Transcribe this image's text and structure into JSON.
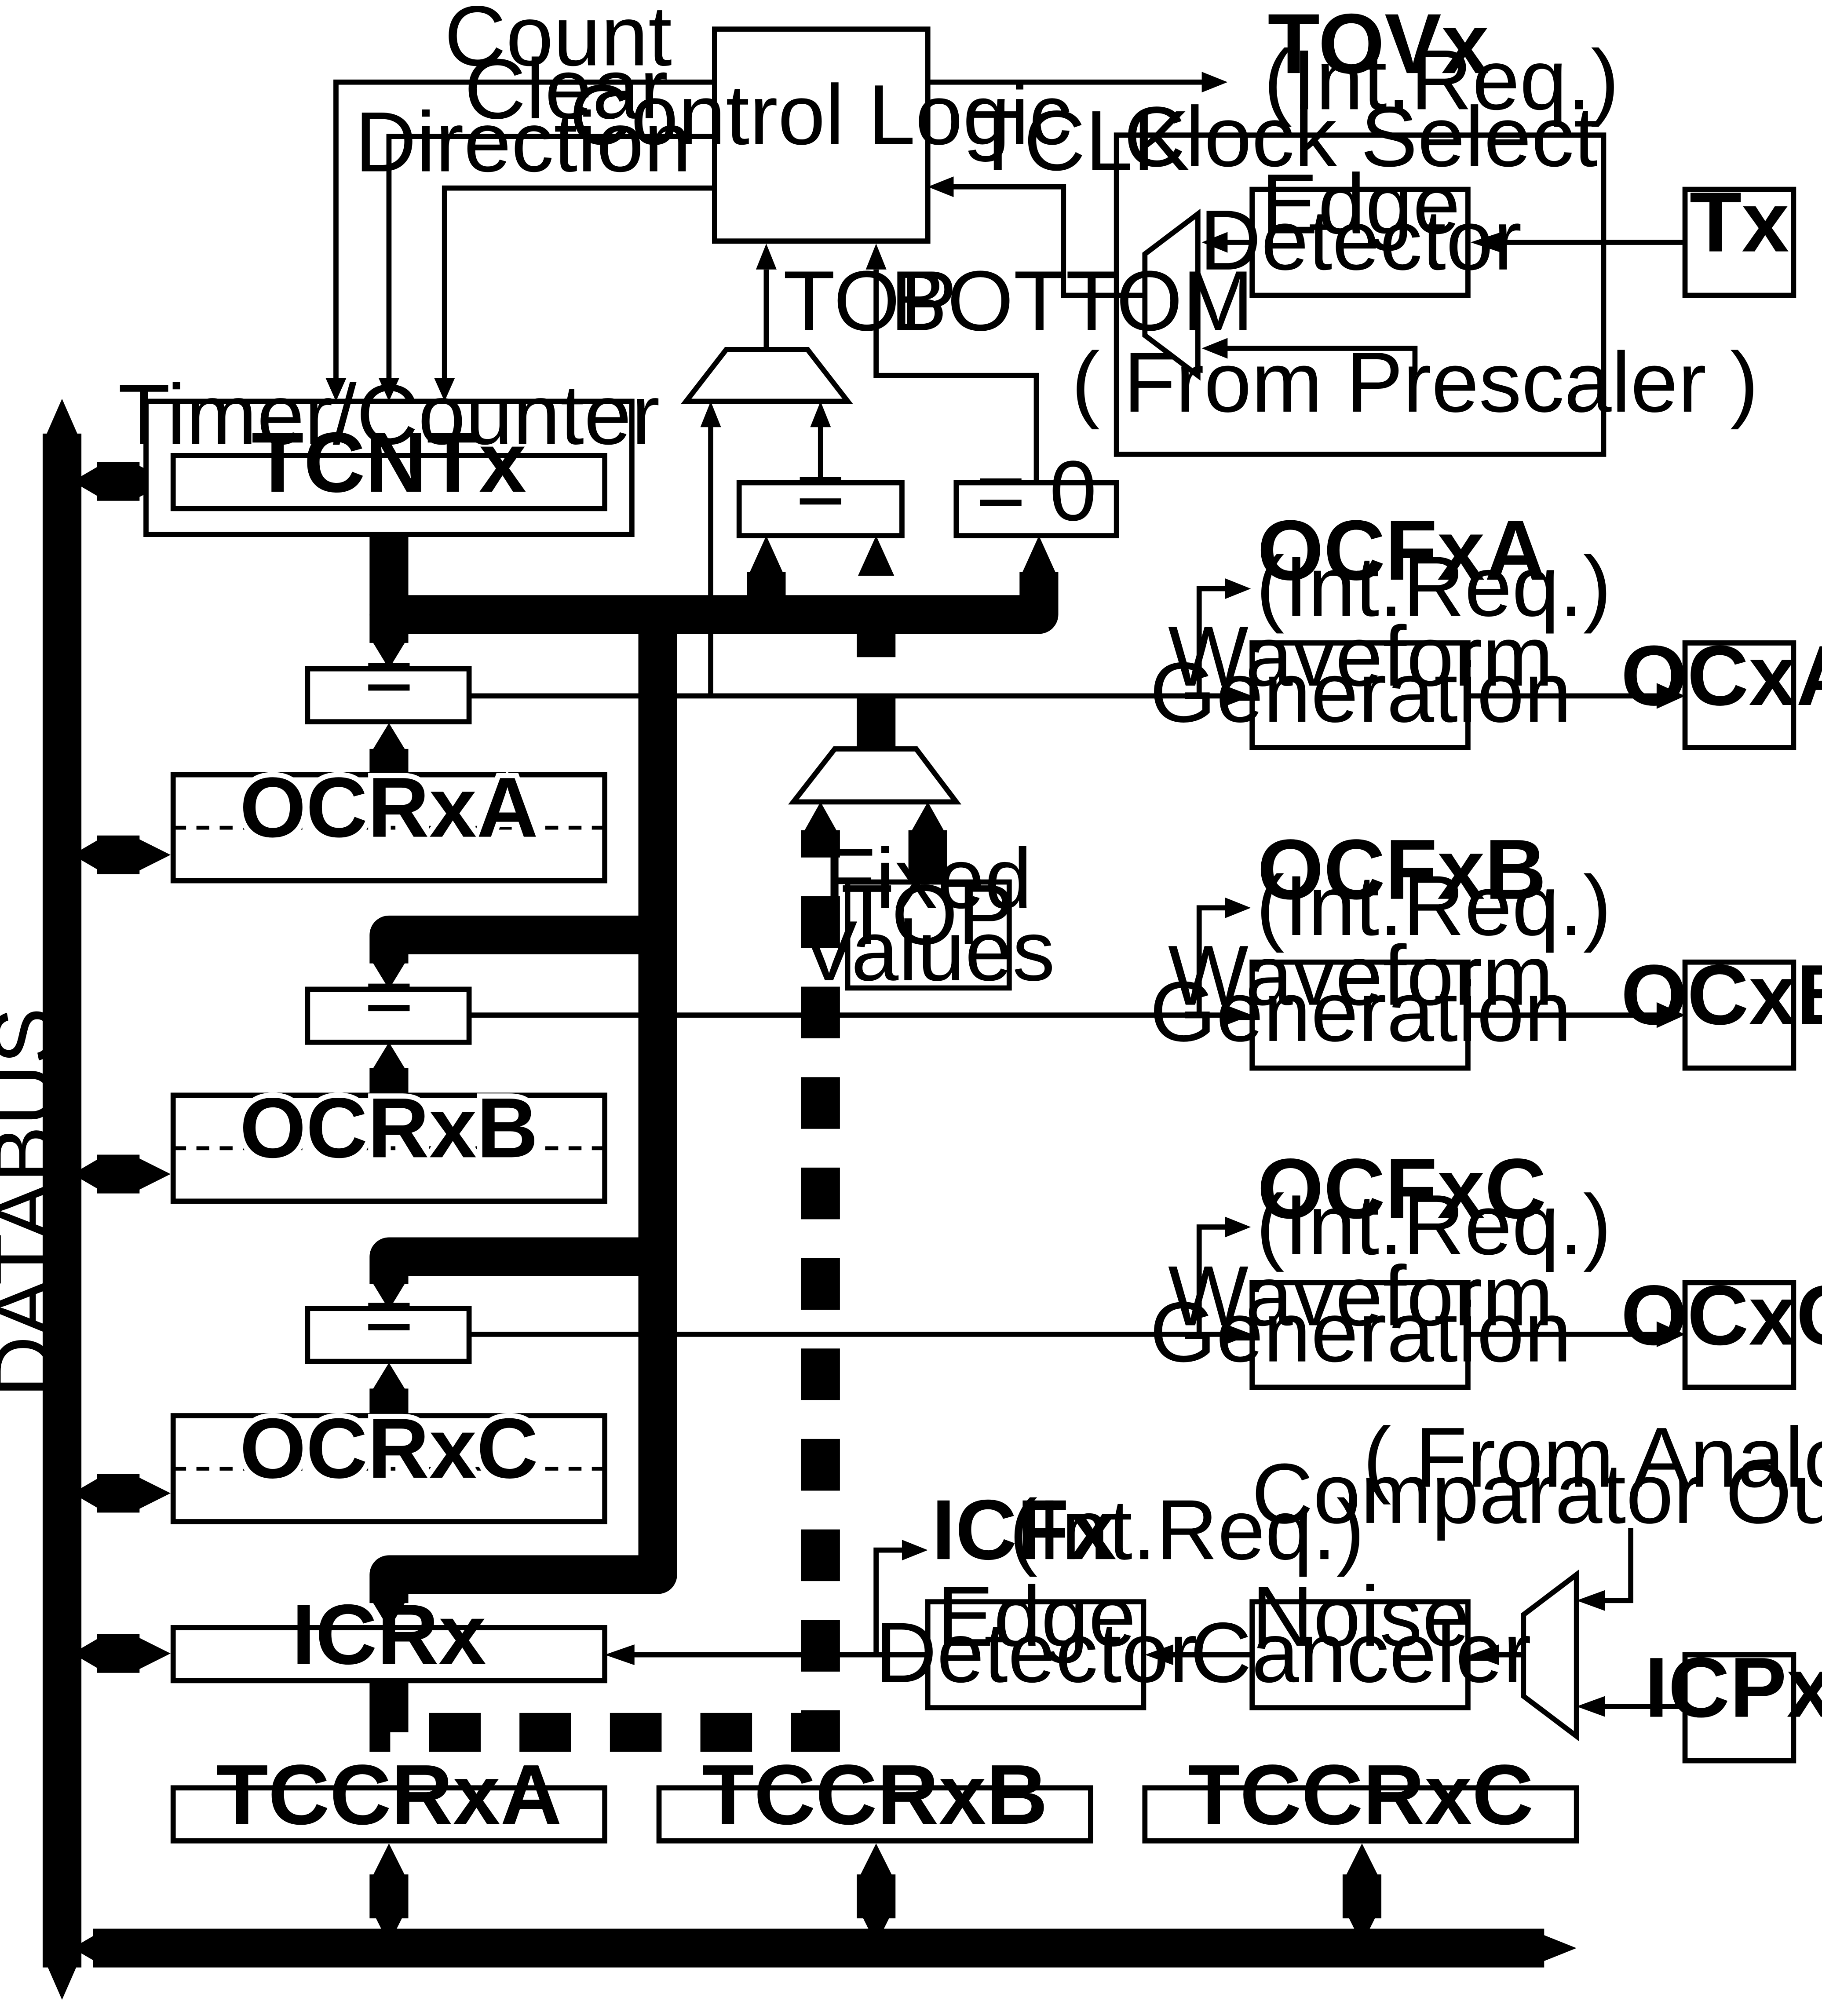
{
  "labels": {
    "count": "Count",
    "clear": "Clear",
    "direction": "Direction",
    "control_logic": "Control Logic",
    "tovx": "TOVx",
    "tovx_req": "(Int.Req.)",
    "tclk": "TCLK",
    "clock_select": "Clock Select",
    "edge_detector_line1": "Edge",
    "edge_detector_line2": "Detector",
    "tx": "Tx",
    "from_prescaler": "( From Prescaler )",
    "top": "TOP",
    "bottom": "BOTTOM",
    "timer_counter": "Timer/Counter",
    "tcntx": "TCNTx",
    "eq": "=",
    "eq_zero": "= 0",
    "ocfxa": "OCFxA",
    "ocfxb": "OCFxB",
    "ocfxc": "OCFxC",
    "int_req": "(Int.Req.)",
    "waveform_line1": "Waveform",
    "waveform_line2": "Generation",
    "ocxa": "OCxA",
    "ocxb": "OCxB",
    "ocxc": "OCxC",
    "ocrxa": "OCRxA",
    "ocrxb": "OCRxB",
    "ocrxc": "OCRxC",
    "fixed_top_line1": "Fixed",
    "fixed_top_line2": "TOP",
    "fixed_top_line3": "Values",
    "databus": "DATABUS",
    "icfx": "ICFx",
    "icfx_req": "(Int.Req.)",
    "icrx": "ICRx",
    "noise_line1": "Noise",
    "noise_line2": "Canceler",
    "analog_line1": "( From Analog",
    "analog_line2": "Comparator Ouput )",
    "icpx": "ICPx",
    "tccrxa": "TCCRxA",
    "tccrxb": "TCCRxB",
    "tccrxc": "TCCRxC"
  }
}
